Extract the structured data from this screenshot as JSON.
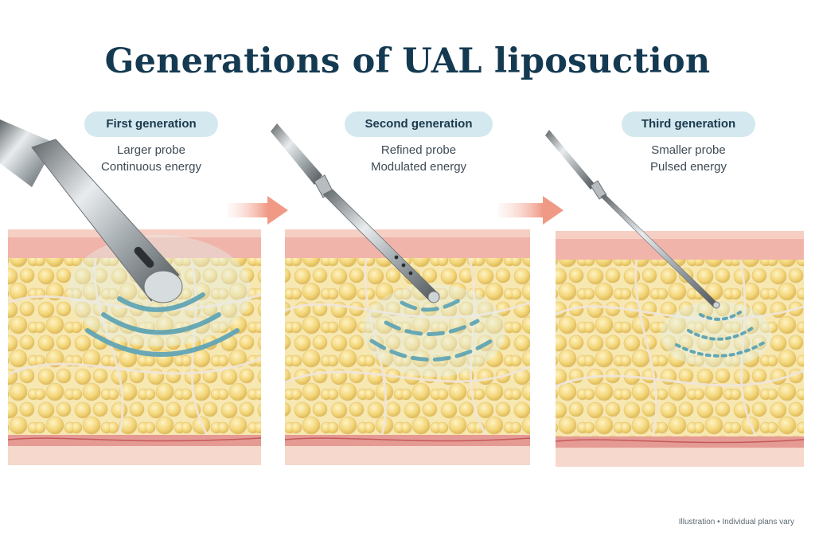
{
  "title": "Generations of UAL liposuction",
  "stages": [
    {
      "label": "First generation",
      "lines": [
        "Larger probe",
        "Continuous energy"
      ]
    },
    {
      "label": "Second generation",
      "lines": [
        "Refined probe",
        "Modulated energy"
      ]
    },
    {
      "label": "Third generation",
      "lines": [
        "Smaller probe",
        "Pulsed energy"
      ]
    }
  ],
  "footer": "Illustration • Individual plans vary",
  "colors": {
    "title": "#143a52",
    "badge_bg": "#d4e8ef",
    "fat": "#f3d679",
    "dermis": "#f2b9b0",
    "wave": "#5aa3b7",
    "arrow": "#f1a594"
  }
}
